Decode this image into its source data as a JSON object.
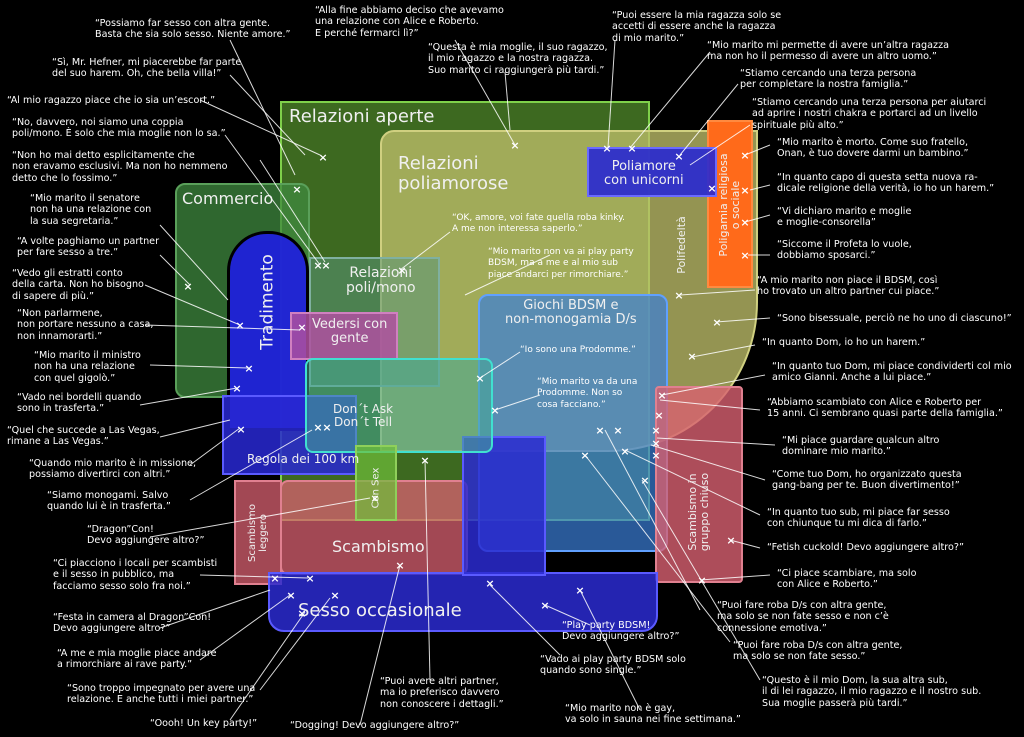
{
  "regions": {
    "relazioni_aperte": "Relazioni aperte",
    "relazioni_poliamorose": "Relazioni\npoliamorose",
    "poliamore_unicorni": "Poliamore\ncon unicorni",
    "poligamia": "Poligamia religiosa\no sociale",
    "polifedelta": "Polifedeltà",
    "commercio": "Commercio",
    "tradimento": "Tradimento",
    "relazioni_poli_mono": "Relazioni\npoli/mono",
    "vedersi_con_gente": "Vedersi con\ngente",
    "giochi_bdsm": "Giochi BDSM e\nnon-monogamia D/s",
    "dont_ask": "Don´t Ask\nDon´t Tell",
    "regola_100km": "Regola dei 100 km",
    "con_sex": "Con Sex",
    "scambismo_leggero": "Scambismo\nleggero",
    "scambismo": "Scambismo",
    "scambismo_gruppo": "Scambismo in\ngruppo chiuso",
    "sesso_occasionale": "Sesso occasionale"
  },
  "inner_notes": {
    "kinky": "“OK, amore, voi fate quella roba kinky.\nA me non interessa saperlo.”",
    "play_party": "“Mio marito non va ai play party\nBDSM, ma a me e al mio sub\npiace andarci per rimorchiare.”",
    "prodomme": "“Io sono una Prodomme.”",
    "marito_prodomme": "“Mio marito va da una\nProdomme. Non so\ncosa facciano.”"
  },
  "quotes_left": [
    "“Possiamo far sesso con altra gente.\nBasta che sia solo sesso. Niente amore.”",
    "“Sì, Mr. Hefner, mi piacerebbe far parte\ndel suo harem. Oh, che bella villa!”",
    "“Al mio ragazzo piace che io sia un’escort.”",
    "“No, davvero, noi siamo una coppia\npoli/mono. È solo che mia moglie non lo sa.”",
    "“Non ho mai detto esplicitamente che\nnon eravamo esclusivi. Ma non ho nemmeno\ndetto che lo fossimo.”",
    "“Mio marito il senatore\nnon ha una relazione con\nla sua segretaria.”",
    "“A volte paghiamo un partner\nper fare sesso a tre.”",
    "“Vedo gli estratti conto\ndella carta. Non ho bisogno\ndi sapere di più.”",
    "“Non parlarmene,\nnon portare nessuno a casa,\nnon innamorarti.”",
    "“Mio marito il ministro\nnon ha una relazione\ncon quel gigolò.”",
    "“Vado nei bordelli quando\nsono in trasferta.”",
    "“Quel che succede a Las Vegas,\nrimane a Las Vegas.”",
    "“Quando mio marito è in missione,\npossiamo divertirci con altri.”",
    "“Siamo monogami. Salvo\nquando lui è in trasferta.”",
    "“Dragon”Con!\nDevo aggiungere altro?”",
    "“Ci piacciono i locali per scambisti\ne il sesso in pubblico, ma\nfacciamo sesso solo fra noi.”",
    "“Festa in camera al Dragon”Con!\nDevo aggiungere altro?”",
    "“A me e mia moglie piace andare\na rimorchiare ai rave party.”",
    "“Sono troppo impegnato per avere una\nrelazione. E anche tutti i miei partner.”",
    "“Oooh! Un key party!”"
  ],
  "quotes_top": [
    "“Alla fine abbiamo deciso che avevamo\nuna relazione con Alice e Roberto.\nE perché fermarci lì?”",
    "“Questa è mia moglie, il suo ragazzo,\nil mio ragazzo e la nostra ragazza.\nSuo marito ci raggiungerà più tardi.”",
    "“Puoi essere la mia ragazza solo se\naccetti di essere anche la ragazza\ndi mio marito.”"
  ],
  "quotes_right": [
    "“Mio marito mi permette di avere un’altra ragazza\nma non ho il permesso di avere un altro uomo.”",
    "“Stiamo cercando una terza persona\nper completare la nostra famiglia.”",
    "“Stiamo cercando una terza persona per aiutarci\nad aprire i nostri chakra e portarci ad un livello\nspirituale più alto.”",
    "“Mio marito è morto. Come suo fratello,\nOnan, è tuo dovere darmi un bambino.”",
    "“In quanto capo di questa setta nuova ra-\ndicale religione della verità, io ho un harem.”",
    "“Vi dichiaro marito e moglie\ne moglie-consorella”",
    "“Siccome il Profeta lo vuole,\ndobbiamo sposarci.”",
    "“A mio marito non piace il BDSM, così\nho trovato un altro partner cui piace.”",
    "“Sono bisessuale, perciò ne ho uno di ciascuno!”",
    "“In quanto Dom, io ho un harem.”",
    "“In quanto tuo Dom, mi piace condividerti col mio\namico Gianni. Anche a lui piace.”",
    "“Abbiamo scambiato con Alice e Roberto per\n15 anni. Ci sembrano quasi parte della famiglia.”",
    "“Mi piace guardare qualcun altro\ndominare mio marito.”",
    "“Come tuo Dom, ho organizzato questa\ngang-bang per te. Buon divertimento!”",
    "“In quanto tuo sub, mi piace far sesso\ncon chiunque tu mi dica di farlo.”",
    "“Fetish cuckold! Devo aggiungere altro?”",
    "“Ci piace scambiare, ma solo\ncon Alice e Roberto.”"
  ],
  "quotes_bottom": [
    "“Puoi avere altri partner,\nma io preferisco davvero\nnon conoscere i dettagli.”",
    "“Dogging! Devo aggiungere altro?”",
    "“Play party BDSM!\nDevo aggiungere altro?”",
    "“Vado ai play party BDSM solo\nquando sono single.”",
    "“Mio marito non è gay,\nva solo in sauna nei fine settimana.”",
    "“Puoi fare roba D/s con altra gente,\nma solo se non fate sesso e non c’è\nconnessione emotiva.”",
    "“Puoi fare roba D/s con altra gente,\nma solo se non fate sesso.”",
    "“Questo è il mio Dom, la sua altra sub,\nil di lei ragazzo, il mio ragazzo e il nostro sub.\nSua moglie passerà più tardi.”"
  ],
  "marker": "×",
  "colors": {
    "background": "#000000",
    "aperte": "#6fbf3a",
    "poliamorose": "#b9b862",
    "unicorni": "#3b3bd8",
    "poligamia": "#ff6a1a",
    "commercio": "#3f8a3f",
    "tradimento": "#1f1fe0",
    "bdsm": "#3a7fd8",
    "scambismo": "#d86070",
    "occasionale": "#2a2ad0"
  }
}
